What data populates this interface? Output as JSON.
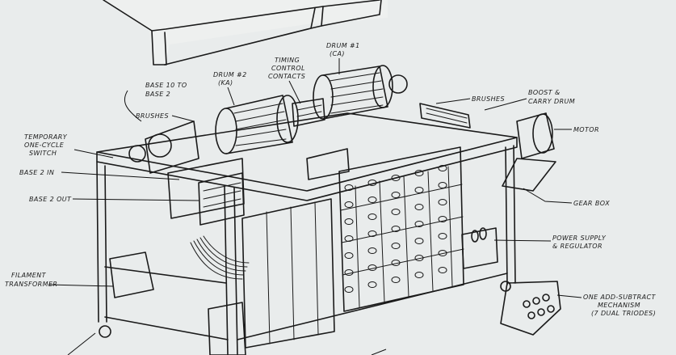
{
  "labels": {
    "base10_line1": "BASE 10 TO",
    "base10_line2": "BASE 2",
    "drum2_line1": "DRUM #2",
    "drum2_line2": "(KA)",
    "timing_line1": "TIMING",
    "timing_line2": "CONTROL",
    "timing_line3": "CONTACTS",
    "drum1_line1": "DRUM #1",
    "drum1_line2": "(CA)",
    "brushes_left": "BRUSHES",
    "brushes_right": "BRUSHES",
    "boost_line1": "BOOST &",
    "boost_line2": "CARRY DRUM",
    "motor": "MOTOR",
    "switch_line1": "TEMPORARY",
    "switch_line2": "ONE-CYCLE",
    "switch_line3": "SWITCH",
    "base2_in": "BASE 2 IN",
    "base2_out": "BASE 2 OUT",
    "gear_box": "GEAR BOX",
    "power_line1": "POWER SUPPLY",
    "power_line2": "& REGULATOR",
    "filament_line1": "FILAMENT",
    "filament_line2": "TRANSFORMER",
    "addsub_line1": "ONE ADD-SUBTRACT",
    "addsub_line2": "MECHANISM",
    "addsub_line3": "(7 DUAL TRIODES)"
  }
}
